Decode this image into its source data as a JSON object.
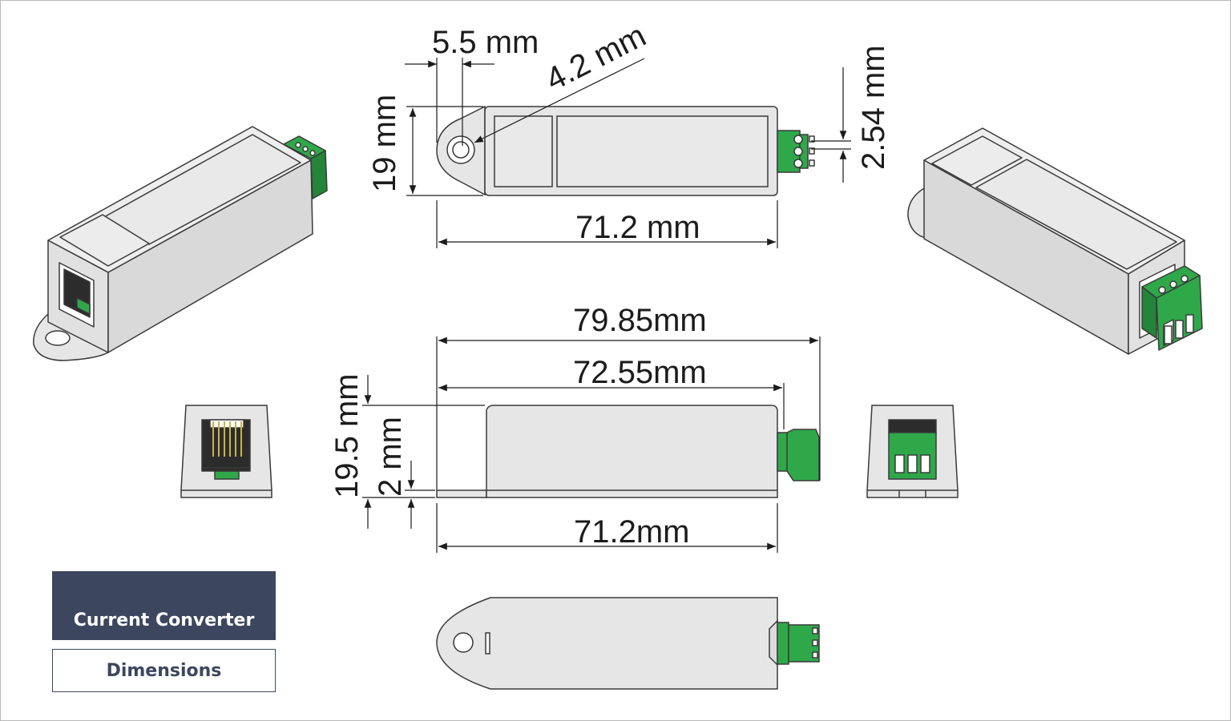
{
  "labels": {
    "hole_offset": "5.5 mm",
    "hole_diameter": "4.2 mm",
    "height_top": "19 mm",
    "pin_pitch": "2.54 mm",
    "length_top": "71.2 mm",
    "overall_length": "79.85mm",
    "body_length": "72.55mm",
    "height_side": "19.5 mm",
    "flange_thickness": "2 mm",
    "length_side": "71.2mm"
  },
  "title_block": {
    "title": "Current Converter",
    "subtitle": "Dimensions"
  },
  "colors": {
    "housing": "#e6e6e6",
    "outline": "#3a3a3a",
    "connector_green": "#2fa84a",
    "title_background": "#3c475f"
  }
}
